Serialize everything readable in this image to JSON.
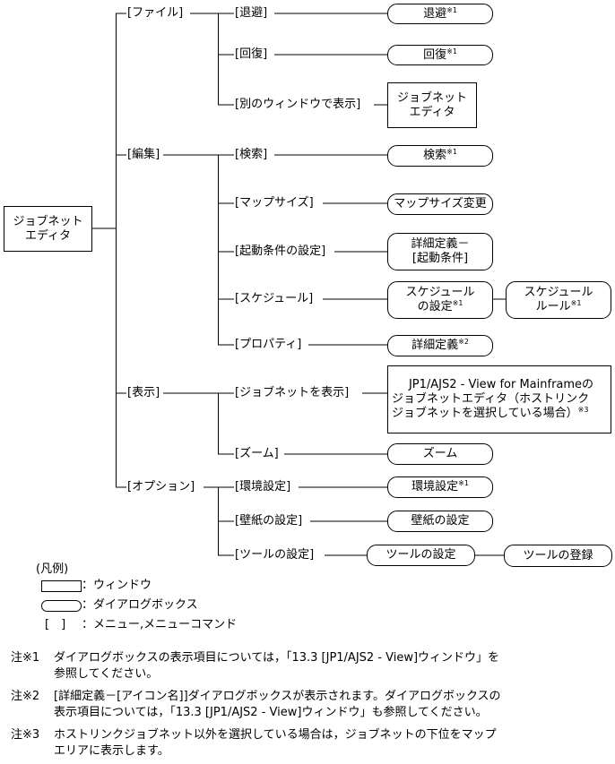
{
  "root": {
    "line1": "ジョブネット",
    "line2": "エディタ"
  },
  "menus": {
    "file": "[ファイル]",
    "edit": "[編集]",
    "view": "[表示]",
    "options": "[オプション]"
  },
  "items": {
    "evacuate": "[退避]",
    "restore": "[回復]",
    "show_other_window": "[別のウィンドウで表示]",
    "search": "[検索]",
    "map_size": "[マップサイズ]",
    "start_condition": "[起動条件の設定]",
    "schedule": "[スケジュール]",
    "property": "[プロパティ]",
    "show_jobnet": "[ジョブネットを表示]",
    "zoom": "[ズーム]",
    "env_settings": "[環境設定]",
    "wallpaper": "[壁紙の設定]",
    "tool_settings": "[ツールの設定]"
  },
  "results": {
    "evacuate": "退避",
    "restore": "回復",
    "jobnet_editor_1": "ジョブネット",
    "jobnet_editor_2": "エディタ",
    "search": "検索",
    "map_size": "マップサイズ変更",
    "detail_start_1": "詳細定義－",
    "detail_start_2": "[起動条件]",
    "schedule_1": "スケジュール",
    "schedule_2": "の設定",
    "schedule_rule_1": "スケジュール",
    "schedule_rule_2": "ルール",
    "detail_def": "詳細定義",
    "mainframe_1": "JP1/AJS2 - View for Mainframeの",
    "mainframe_2": "ジョブネットエディタ（ホストリンク",
    "mainframe_3": "ジョブネットを選択している場合）",
    "zoom": "ズーム",
    "env_settings": "環境設定",
    "wallpaper": "壁紙の設定",
    "tool_settings": "ツールの設定",
    "tool_register": "ツールの登録"
  },
  "marks": {
    "n1": "※1",
    "n2": "※2",
    "n3": "※3"
  },
  "legend": {
    "title": "(凡例)",
    "window": "：ウィンドウ",
    "dialog": "：ダイアログボックス",
    "brackets": "[　]",
    "menu": "：メニュー,メニューコマンド"
  },
  "notes": [
    {
      "tag": "注※1",
      "line1": "ダイアログボックスの表示項目については，「13.3 [JP1/AJS2 - View]ウィンドウ」を",
      "line2": "参照してください。"
    },
    {
      "tag": "注※2",
      "line1": "[詳細定義－[アイコン名]]ダイアログボックスが表示されます。ダイアログボックスの",
      "line2": "表示項目については，「13.3 [JP1/AJS2 - View]ウィンドウ」も参照してください。"
    },
    {
      "tag": "注※3",
      "line1": "ホストリンクジョブネット以外を選択している場合は，ジョブネットの下位をマップ",
      "line2": "エリアに表示します。"
    }
  ]
}
